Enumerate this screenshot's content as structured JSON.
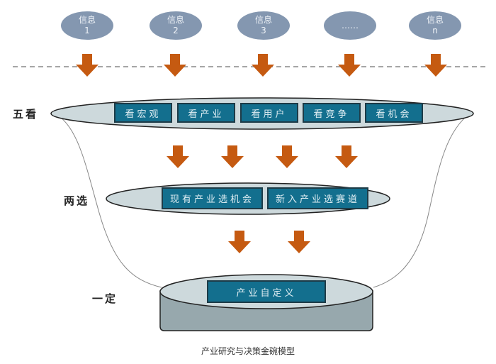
{
  "colors": {
    "info_fill": "#8497b0",
    "arrow": "#c55a11",
    "box_fill": "#136f8e",
    "bowl_fill": "#cdd9dc",
    "base_fill": "#97a8ad"
  },
  "info_nodes": [
    {
      "label": "信息",
      "sub": "1"
    },
    {
      "label": "信息",
      "sub": "2"
    },
    {
      "label": "信息",
      "sub": "3"
    },
    {
      "label": "……",
      "sub": ""
    },
    {
      "label": "信息",
      "sub": "n"
    }
  ],
  "levels": {
    "five_look": {
      "label": "五看",
      "items": [
        "看宏观",
        "看产业",
        "看用户",
        "看竞争",
        "看机会"
      ]
    },
    "two_select": {
      "label": "两选",
      "items": [
        "现有产业选机会",
        "新入产业选赛道"
      ]
    },
    "one_define": {
      "label": "一定",
      "items": [
        "产业自定义"
      ]
    }
  },
  "caption": "产业研究与决策金碗模型"
}
